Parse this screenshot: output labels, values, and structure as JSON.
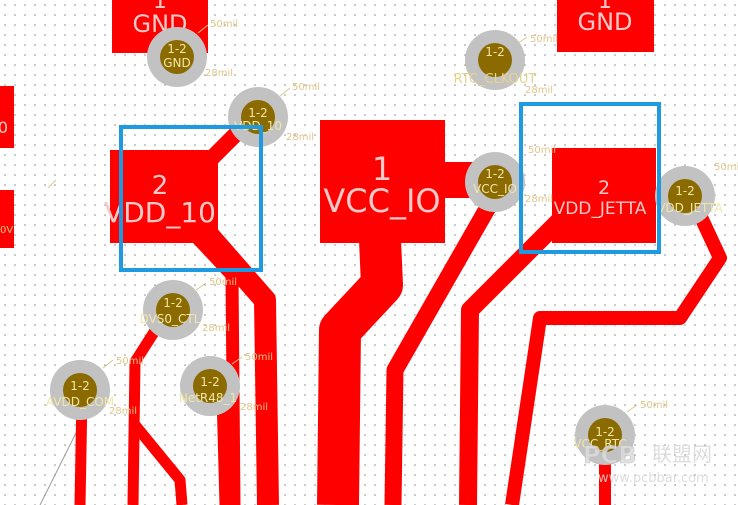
{
  "colors": {
    "background": "#ffffff",
    "grid_dot": "#8a8a8a",
    "copper": "#ff0000",
    "pad_text": "#f7cccc",
    "via_ring": "#c2c2c2",
    "via_hole": "#8b6a00",
    "via_text": "#f2e6a6",
    "annotation": "#e0c58a",
    "selection": "#1e9be0"
  },
  "pads": {
    "gnd_left": {
      "number": "1",
      "net": "GND"
    },
    "gnd_right": {
      "number": "1",
      "net": "GND"
    },
    "vdd_10": {
      "number": "2",
      "net": "VDD_10"
    },
    "vcc_io": {
      "number": "1",
      "net": "VCC_IO"
    },
    "vdd_jetta": {
      "number": "2",
      "net": "VDD_JETTA"
    },
    "left_edge_label": "0",
    "left_edge_label2": "0V"
  },
  "vias": [
    {
      "id": "via-gnd",
      "layers": "1-2",
      "net": "GND"
    },
    {
      "id": "via-vdd10",
      "layers": "1-2",
      "net": "VDD_10"
    },
    {
      "id": "via-rtc",
      "layers": "1-2",
      "net": ""
    },
    {
      "id": "via-vccio",
      "layers": "1-2",
      "net": "VCC_IO"
    },
    {
      "id": "via-jetta",
      "layers": "1-2",
      "net": "VDD_JETTA"
    },
    {
      "id": "via-dvs0",
      "layers": "1-2",
      "net": "DVS0_CTL"
    },
    {
      "id": "via-avdd",
      "layers": "1-2",
      "net": "AVDD_COM"
    },
    {
      "id": "via-netr48",
      "layers": "1-2",
      "net": "NetR48_1"
    },
    {
      "id": "via-bottom",
      "layers": "1-2",
      "net": "VCC_RTC"
    }
  ],
  "net_labels": {
    "rtc_clkout": "RTC_CLKOUT"
  },
  "annotations": {
    "diameter": "50mil",
    "hole": "28mil"
  },
  "watermark": {
    "text": "联盟网",
    "url": "www.pcbbar.com",
    "logo": "PCB"
  }
}
